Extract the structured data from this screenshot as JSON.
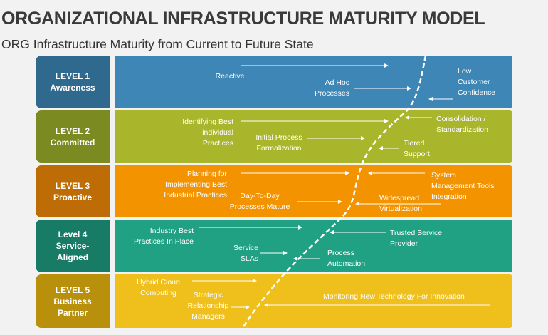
{
  "title": "ORGANIZATIONAL INFRASTRUCTURE MATURITY MODEL",
  "subtitle": "ORG Infrastructure Maturity from Current to Future State",
  "levels": [
    {
      "label": "LEVEL 1\nAwareness",
      "color": "#3d86b6",
      "label_color": "#2f6a8e"
    },
    {
      "label": "LEVEL 2\nCommitted",
      "color": "#a9b62b",
      "label_color": "#7b8a21"
    },
    {
      "label": "LEVEL 3\nProactive",
      "color": "#f39300",
      "label_color": "#be6d06"
    },
    {
      "label": "Level 4\nService-\nAligned",
      "color": "#20a184",
      "label_color": "#187b66"
    },
    {
      "label": "LEVEL 5\nBusiness\nPartner",
      "color": "#efbf1b",
      "label_color": "#b8900c"
    }
  ],
  "items": {
    "reactive": "Reactive",
    "adhoc": "Ad Hoc\nProcesses",
    "low_conf": "Low\nCustomer\nConfidence",
    "identifying": "Identifying Best\nindividual\nPractices",
    "initial": "Initial Process\nFormalization",
    "consolidation": "Consolidation /\nStandardization",
    "tiered": "Tiered\nSupport",
    "planning": "Planning for\nImplementing Best\nIndustrial Practices",
    "daytoday": "Day-To-Day\nProcesses Mature",
    "system": "System\nManagement Tools\nIntegration",
    "widespread": "Widespread\nVirtualization",
    "industry": "Industry Best\nPractices In Place",
    "sla": "Service\nSLAs",
    "trusted": "Trusted Service\nProvider",
    "automation": "Process\nAutomation",
    "hybrid": "Hybrid Cloud\nComputing",
    "strategic": "Strategic\nRelationship\nManagers",
    "monitoring": "Monitoring New Technology For Innovation"
  }
}
